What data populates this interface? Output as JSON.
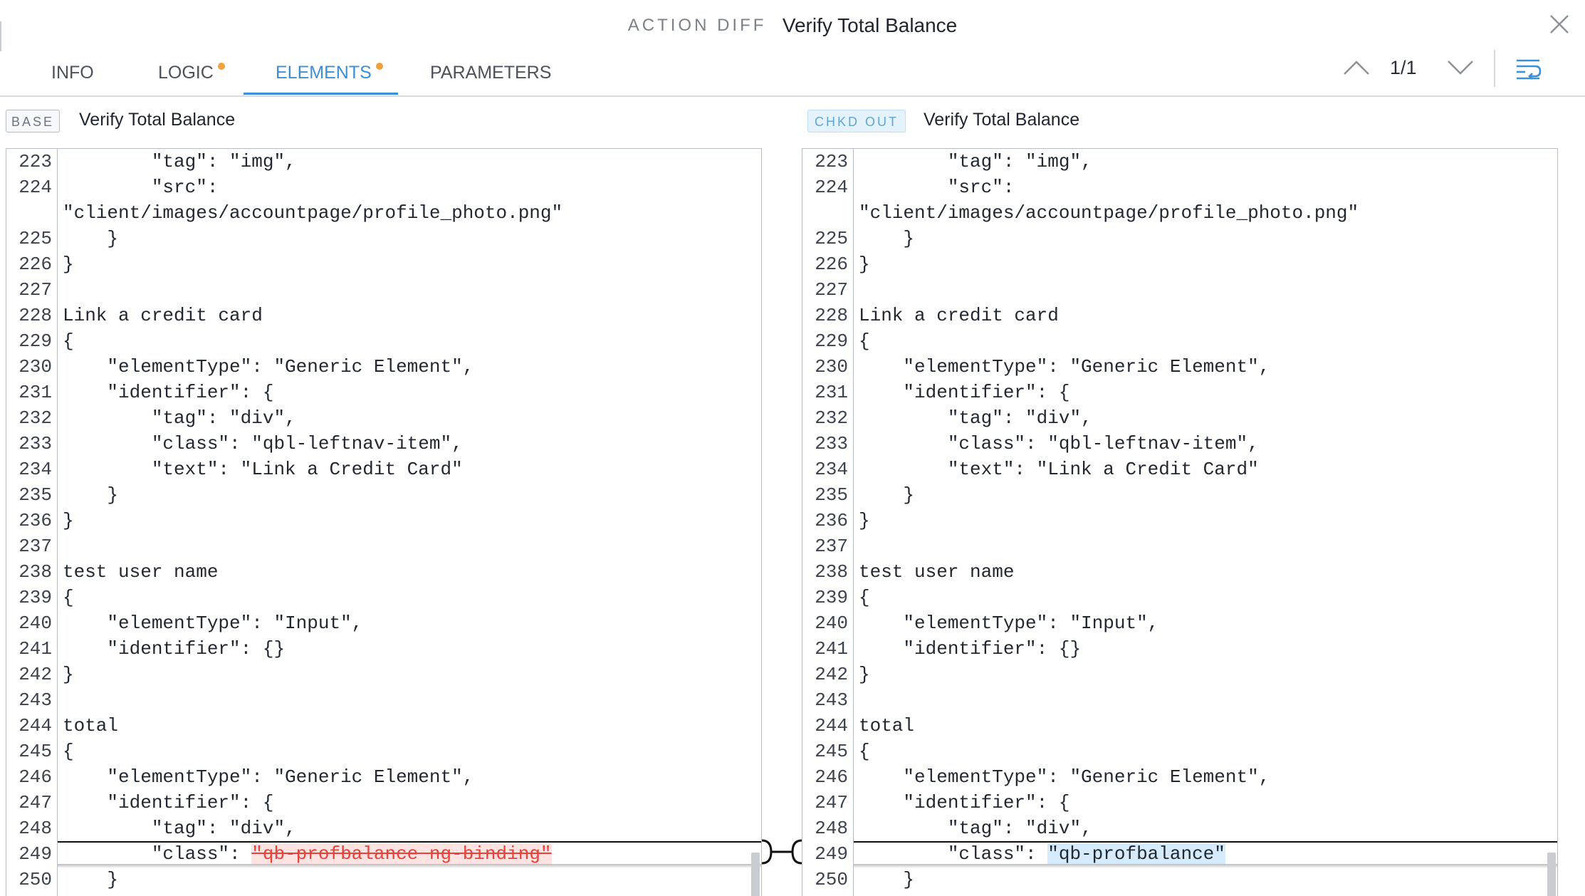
{
  "header": {
    "label": "ACTION DIFF",
    "title": "Verify Total Balance"
  },
  "tabs": [
    {
      "label": "INFO",
      "modified": false,
      "active": false
    },
    {
      "label": "LOGIC",
      "modified": true,
      "active": false
    },
    {
      "label": "ELEMENTS",
      "modified": true,
      "active": true
    },
    {
      "label": "PARAMETERS",
      "modified": false,
      "active": false
    }
  ],
  "navigation": {
    "counter": "1/1"
  },
  "left_pane": {
    "badge": "BASE",
    "title": "Verify Total Balance",
    "lines": [
      {
        "num": "223",
        "text": "        \"tag\": \"img\","
      },
      {
        "num": "224",
        "text": "        \"src\":"
      },
      {
        "num": "",
        "text": "\"client/images/accountpage/profile_photo.png\""
      },
      {
        "num": "225",
        "text": "    }"
      },
      {
        "num": "226",
        "text": "}"
      },
      {
        "num": "227",
        "text": ""
      },
      {
        "num": "228",
        "text": "Link a credit card"
      },
      {
        "num": "229",
        "text": "{"
      },
      {
        "num": "230",
        "text": "    \"elementType\": \"Generic Element\","
      },
      {
        "num": "231",
        "text": "    \"identifier\": {"
      },
      {
        "num": "232",
        "text": "        \"tag\": \"div\","
      },
      {
        "num": "233",
        "text": "        \"class\": \"qbl-leftnav-item\","
      },
      {
        "num": "234",
        "text": "        \"text\": \"Link a Credit Card\""
      },
      {
        "num": "235",
        "text": "    }"
      },
      {
        "num": "236",
        "text": "}"
      },
      {
        "num": "237",
        "text": ""
      },
      {
        "num": "238",
        "text": "test user name"
      },
      {
        "num": "239",
        "text": "{"
      },
      {
        "num": "240",
        "text": "    \"elementType\": \"Input\","
      },
      {
        "num": "241",
        "text": "    \"identifier\": {}"
      },
      {
        "num": "242",
        "text": "}"
      },
      {
        "num": "243",
        "text": ""
      },
      {
        "num": "244",
        "text": "total"
      },
      {
        "num": "245",
        "text": "{"
      },
      {
        "num": "246",
        "text": "    \"elementType\": \"Generic Element\","
      },
      {
        "num": "247",
        "text": "    \"identifier\": {"
      },
      {
        "num": "248",
        "text": "        \"tag\": \"div\","
      },
      {
        "num": "249",
        "text": "        \"class\": ",
        "changed": "\"qb-profbalance ng-binding\""
      },
      {
        "num": "250",
        "text": "    }"
      }
    ]
  },
  "right_pane": {
    "badge": "CHKD OUT",
    "title": "Verify Total Balance",
    "lines": [
      {
        "num": "223",
        "text": "        \"tag\": \"img\","
      },
      {
        "num": "224",
        "text": "        \"src\":"
      },
      {
        "num": "",
        "text": "\"client/images/accountpage/profile_photo.png\""
      },
      {
        "num": "225",
        "text": "    }"
      },
      {
        "num": "226",
        "text": "}"
      },
      {
        "num": "227",
        "text": ""
      },
      {
        "num": "228",
        "text": "Link a credit card"
      },
      {
        "num": "229",
        "text": "{"
      },
      {
        "num": "230",
        "text": "    \"elementType\": \"Generic Element\","
      },
      {
        "num": "231",
        "text": "    \"identifier\": {"
      },
      {
        "num": "232",
        "text": "        \"tag\": \"div\","
      },
      {
        "num": "233",
        "text": "        \"class\": \"qbl-leftnav-item\","
      },
      {
        "num": "234",
        "text": "        \"text\": \"Link a Credit Card\""
      },
      {
        "num": "235",
        "text": "    }"
      },
      {
        "num": "236",
        "text": "}"
      },
      {
        "num": "237",
        "text": ""
      },
      {
        "num": "238",
        "text": "test user name"
      },
      {
        "num": "239",
        "text": "{"
      },
      {
        "num": "240",
        "text": "    \"elementType\": \"Input\","
      },
      {
        "num": "241",
        "text": "    \"identifier\": {}"
      },
      {
        "num": "242",
        "text": "}"
      },
      {
        "num": "243",
        "text": ""
      },
      {
        "num": "244",
        "text": "total"
      },
      {
        "num": "245",
        "text": "{"
      },
      {
        "num": "246",
        "text": "    \"elementType\": \"Generic Element\","
      },
      {
        "num": "247",
        "text": "    \"identifier\": {"
      },
      {
        "num": "248",
        "text": "        \"tag\": \"div\","
      },
      {
        "num": "249",
        "text": "        \"class\": ",
        "changed": "\"qb-profbalance\""
      },
      {
        "num": "250",
        "text": "    }"
      }
    ]
  },
  "icons": {
    "close": "close-icon",
    "previous": "chevron-up-icon",
    "next": "chevron-down-icon",
    "wrap": "text-wrap-icon"
  },
  "colors": {
    "accent": "#3a8fd8",
    "modified_dot": "#f0a23b",
    "deleted_text": "#e8423a",
    "deleted_bg": "#fde4e2",
    "inserted_bg": "#d5ebfb"
  }
}
